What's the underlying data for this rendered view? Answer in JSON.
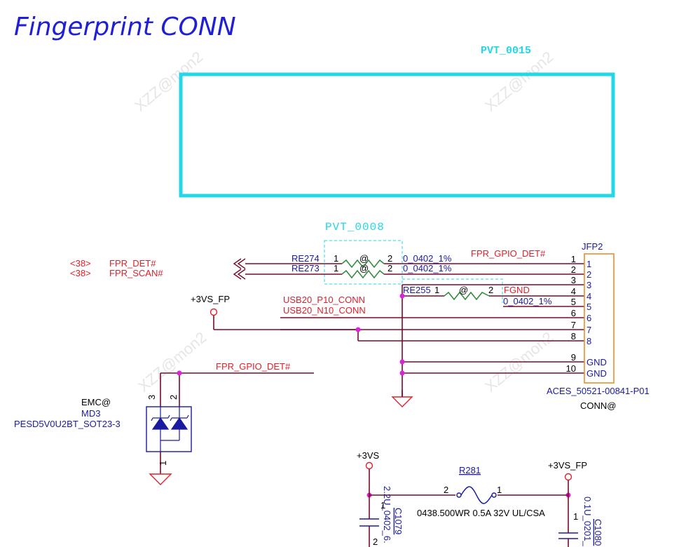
{
  "title": "Fingerprint CONN",
  "watermark": "XZZ@mon2",
  "pvt_top": "PVT_0015",
  "pvt_mid": "PVT_0008",
  "signals": {
    "fpr_det": {
      "ref": "<38>",
      "name": "FPR_DET#"
    },
    "fpr_scan": {
      "ref": "<38>",
      "name": "FPR_SCAN#"
    },
    "fpr_gpio_det": "FPR_GPIO_DET#",
    "fpr_gpio_det_2": "FPR_GPIO_DET#",
    "usb_p": "USB20_P10_CONN",
    "usb_n": "USB20_N10_CONN",
    "fgnd": "FGND",
    "vs_fp": "+3VS_FP",
    "vs_fp_2": "+3VS_FP",
    "vs": "+3VS"
  },
  "resistors": {
    "re274": {
      "name": "RE274",
      "p1": "1",
      "p2": "2",
      "at": "@",
      "value": "0_0402_1%"
    },
    "re273": {
      "name": "RE273",
      "p1": "1",
      "p2": "2",
      "at": "@",
      "value": "0_0402_1%"
    },
    "re255": {
      "name": "RE255",
      "p1": "1",
      "p2": "2",
      "at": "@",
      "value": "0_0402_1%"
    }
  },
  "connector": {
    "ref": "JFP2",
    "part": "ACES_50521-00841-P01",
    "option": "CONN@",
    "pins_left": [
      "1",
      "2",
      "3",
      "4",
      "5",
      "6",
      "7",
      "8",
      "9",
      "10"
    ],
    "pins_inside": [
      "1",
      "2",
      "3",
      "4",
      "5",
      "6",
      "7",
      "8",
      "GND",
      "GND"
    ]
  },
  "diode": {
    "option": "EMC@",
    "ref": "MD3",
    "part": "PESD5V0U2BT_SOT23-3",
    "pin3": "3",
    "pin2": "2",
    "pin1": "1"
  },
  "fuse": {
    "ref": "R281",
    "desc": "0438.500WR 0.5A 32V UL/CSA",
    "p2": "2",
    "p1": "1"
  },
  "caps": {
    "c1079": {
      "ref": "C1079",
      "value": "2.2U_0402_6.",
      "p1": "1",
      "p2": "2"
    },
    "c1080": {
      "ref": "C1080",
      "value": "0.1U_0201_",
      "p1": "1"
    }
  }
}
